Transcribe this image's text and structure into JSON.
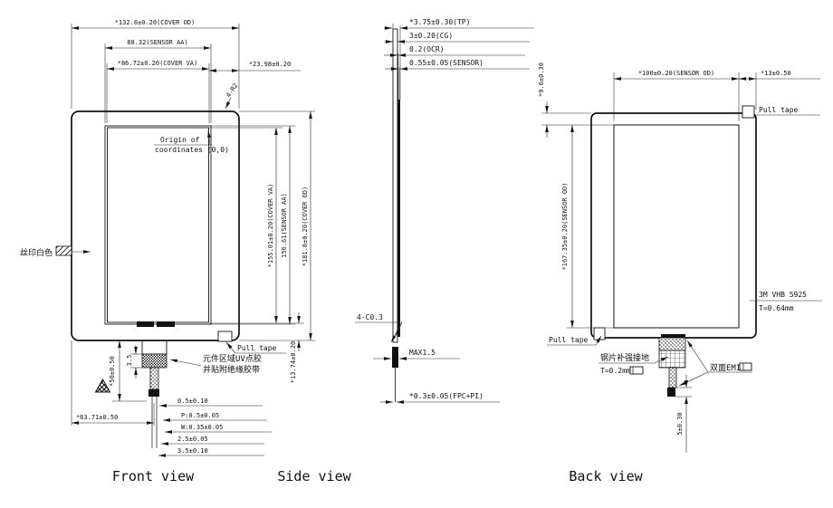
{
  "titles": {
    "front": "Front view",
    "side": "Side view",
    "back": "Back view"
  },
  "front": {
    "cover_od_w": "*132.8±0.20(COVER OD)",
    "sensor_aa_w": "88.32(SENSOR AA)",
    "cover_va_w": "*86.72±0.20(COVER VA)",
    "right_offset": "*23.98±0.20",
    "corner_radius": "4-R2",
    "origin_line1": "Origin of",
    "origin_line2": "coordinates (0,0)",
    "silk_print": "丝印白色",
    "cover_va_h": "*155.01±0.20(COVER VA)",
    "sensor_aa_h": "156.61(SENSOR AA)",
    "cover_od_h": "*181.8±0.20(COVER OD)",
    "bottom_border": "*13.74±0.20",
    "pull_tape": "Pull tape",
    "uv_note_line1": "元件区域UV点胶",
    "uv_note_line2": "并贴附绝缘胶带",
    "tail_length": "*50±0.50",
    "tail_seg": "3.5",
    "tail_center": "*63.71±0.50",
    "fpc_d1": "0.5±0.10",
    "fpc_d2": "P:0.5±0.05",
    "fpc_d3": "W:0.35±0.05",
    "fpc_d4": "2.5±0.05",
    "fpc_d5": "3.5±0.10"
  },
  "side": {
    "tp": "*3.75±0.30(TP)",
    "cg": "3±0.20(CG)",
    "ocr": "0.2(OCR)",
    "sensor": "0.55±0.05(SENSOR)",
    "chamfer": "4-C0.3",
    "fold": "MAX1.5",
    "fpc": "*0.3±0.05(FPC+PI)"
  },
  "back": {
    "sensor_od_w": "*100±0.20(SENSOR OD)",
    "right_margin": "*13±0.50",
    "top_margin": "*9.6±0.30",
    "sensor_od_h": "*167.35±0.20(SENSOR OD)",
    "pull_tape_top": "Pull tape",
    "pull_tape_bottom": "Pull tape",
    "vhb_line1": "3M VHB 5925",
    "vhb_line2": "T=0.64mm",
    "stiffener_line1": "钢片补强接地",
    "stiffener_line2": "T=0.2mm",
    "emi": "双面EMI",
    "connector_h": "5±0.30"
  },
  "colors": {
    "line": "#1a1a1a",
    "bg": "#ffffff"
  }
}
